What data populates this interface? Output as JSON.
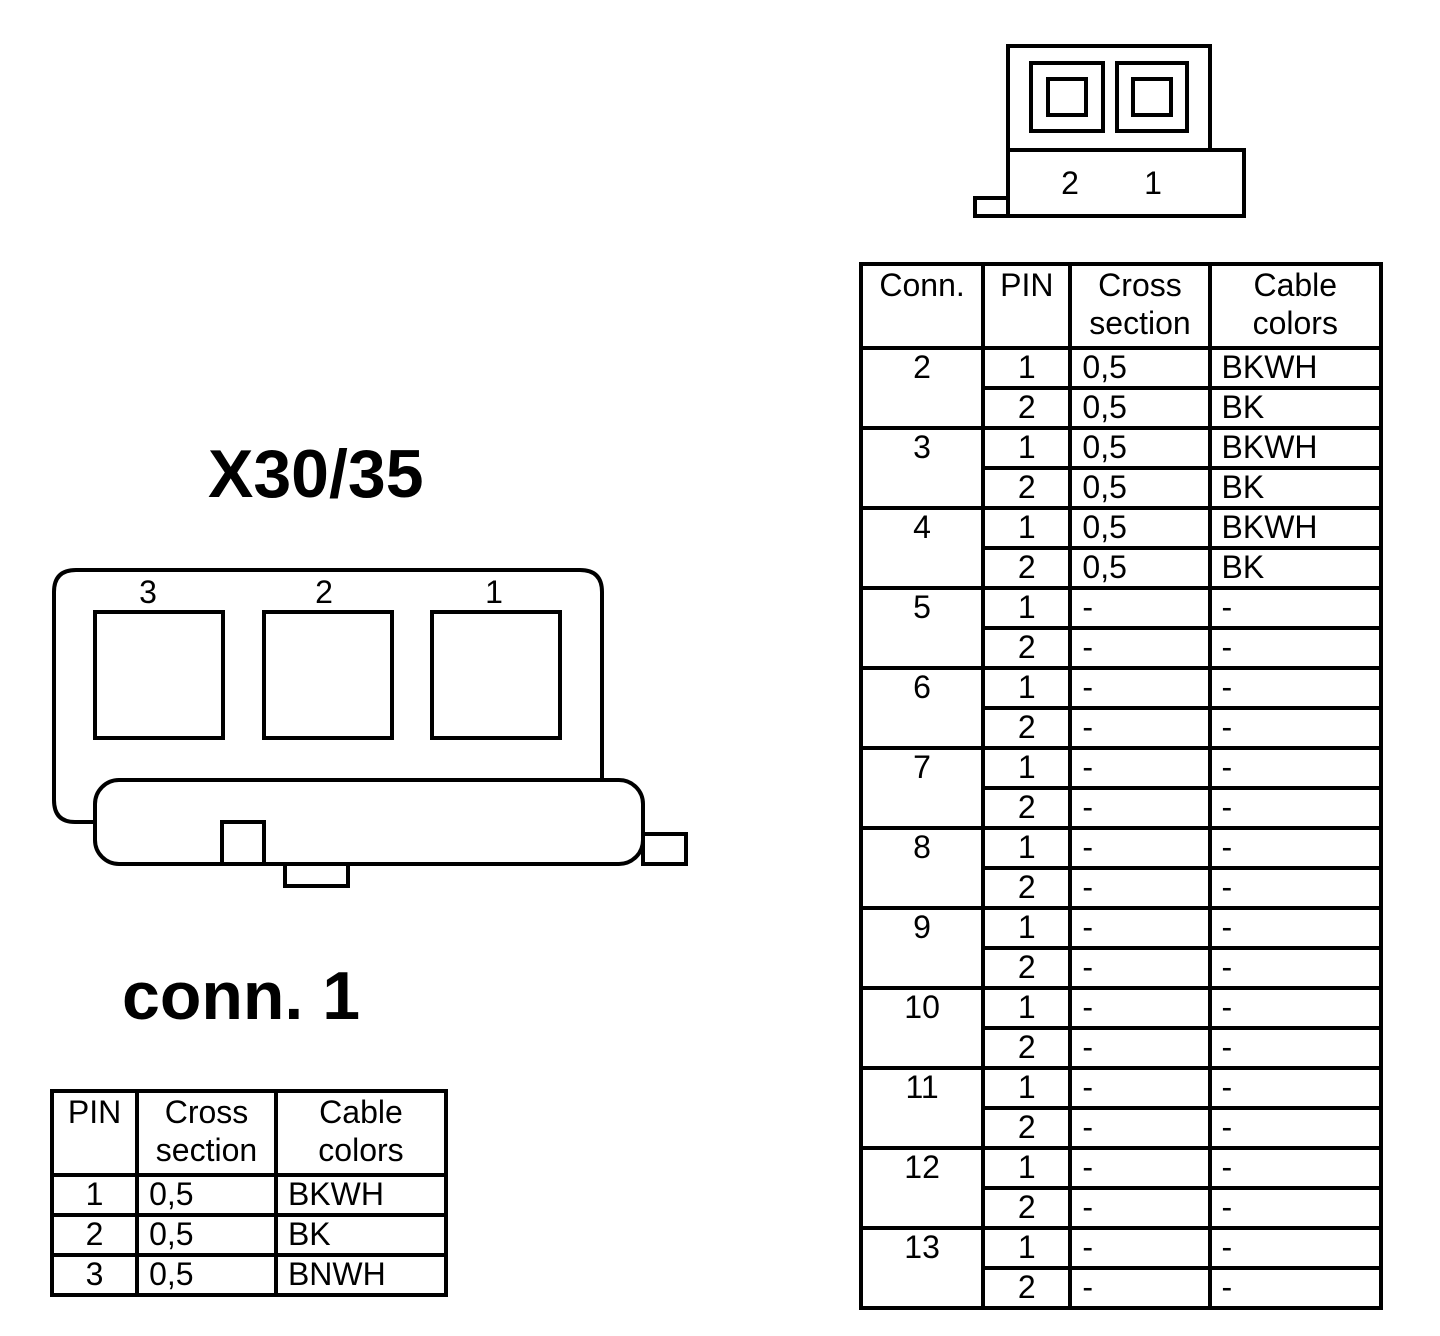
{
  "labels": {
    "title": "X30/35",
    "subtitle": "conn. 1"
  },
  "connector_left": {
    "pins": [
      "3",
      "2",
      "1"
    ]
  },
  "connector_top": {
    "pins": [
      "2",
      "1"
    ]
  },
  "table_right": {
    "headers": {
      "conn": "Conn.",
      "pin": "PIN",
      "cross": "Cross section",
      "colors": "Cable colors"
    },
    "groups": [
      {
        "conn": "2",
        "rows": [
          {
            "pin": "1",
            "cross": "0,5",
            "color": "BKWH"
          },
          {
            "pin": "2",
            "cross": "0,5",
            "color": "BK"
          }
        ]
      },
      {
        "conn": "3",
        "rows": [
          {
            "pin": "1",
            "cross": "0,5",
            "color": "BKWH"
          },
          {
            "pin": "2",
            "cross": "0,5",
            "color": "BK"
          }
        ]
      },
      {
        "conn": "4",
        "rows": [
          {
            "pin": "1",
            "cross": "0,5",
            "color": "BKWH"
          },
          {
            "pin": "2",
            "cross": "0,5",
            "color": "BK"
          }
        ]
      },
      {
        "conn": "5",
        "rows": [
          {
            "pin": "1",
            "cross": "-",
            "color": "-"
          },
          {
            "pin": "2",
            "cross": "-",
            "color": "-"
          }
        ]
      },
      {
        "conn": "6",
        "rows": [
          {
            "pin": "1",
            "cross": "-",
            "color": "-"
          },
          {
            "pin": "2",
            "cross": "-",
            "color": "-"
          }
        ]
      },
      {
        "conn": "7",
        "rows": [
          {
            "pin": "1",
            "cross": "-",
            "color": "-"
          },
          {
            "pin": "2",
            "cross": "-",
            "color": "-"
          }
        ]
      },
      {
        "conn": "8",
        "rows": [
          {
            "pin": "1",
            "cross": "-",
            "color": "-"
          },
          {
            "pin": "2",
            "cross": "-",
            "color": "-"
          }
        ]
      },
      {
        "conn": "9",
        "rows": [
          {
            "pin": "1",
            "cross": "-",
            "color": "-"
          },
          {
            "pin": "2",
            "cross": "-",
            "color": "-"
          }
        ]
      },
      {
        "conn": "10",
        "rows": [
          {
            "pin": "1",
            "cross": "-",
            "color": "-"
          },
          {
            "pin": "2",
            "cross": "-",
            "color": "-"
          }
        ]
      },
      {
        "conn": "11",
        "rows": [
          {
            "pin": "1",
            "cross": "-",
            "color": "-"
          },
          {
            "pin": "2",
            "cross": "-",
            "color": "-"
          }
        ]
      },
      {
        "conn": "12",
        "rows": [
          {
            "pin": "1",
            "cross": "-",
            "color": "-"
          },
          {
            "pin": "2",
            "cross": "-",
            "color": "-"
          }
        ]
      },
      {
        "conn": "13",
        "rows": [
          {
            "pin": "1",
            "cross": "-",
            "color": "-"
          },
          {
            "pin": "2",
            "cross": "-",
            "color": "-"
          }
        ]
      }
    ]
  },
  "table_left": {
    "headers": {
      "pin": "PIN",
      "cross": "Cross section",
      "colors": "Cable colors"
    },
    "rows": [
      {
        "pin": "1",
        "cross": "0,5",
        "color": "BKWH"
      },
      {
        "pin": "2",
        "cross": "0,5",
        "color": "BK"
      },
      {
        "pin": "3",
        "cross": "0,5",
        "color": "BNWH"
      }
    ]
  }
}
